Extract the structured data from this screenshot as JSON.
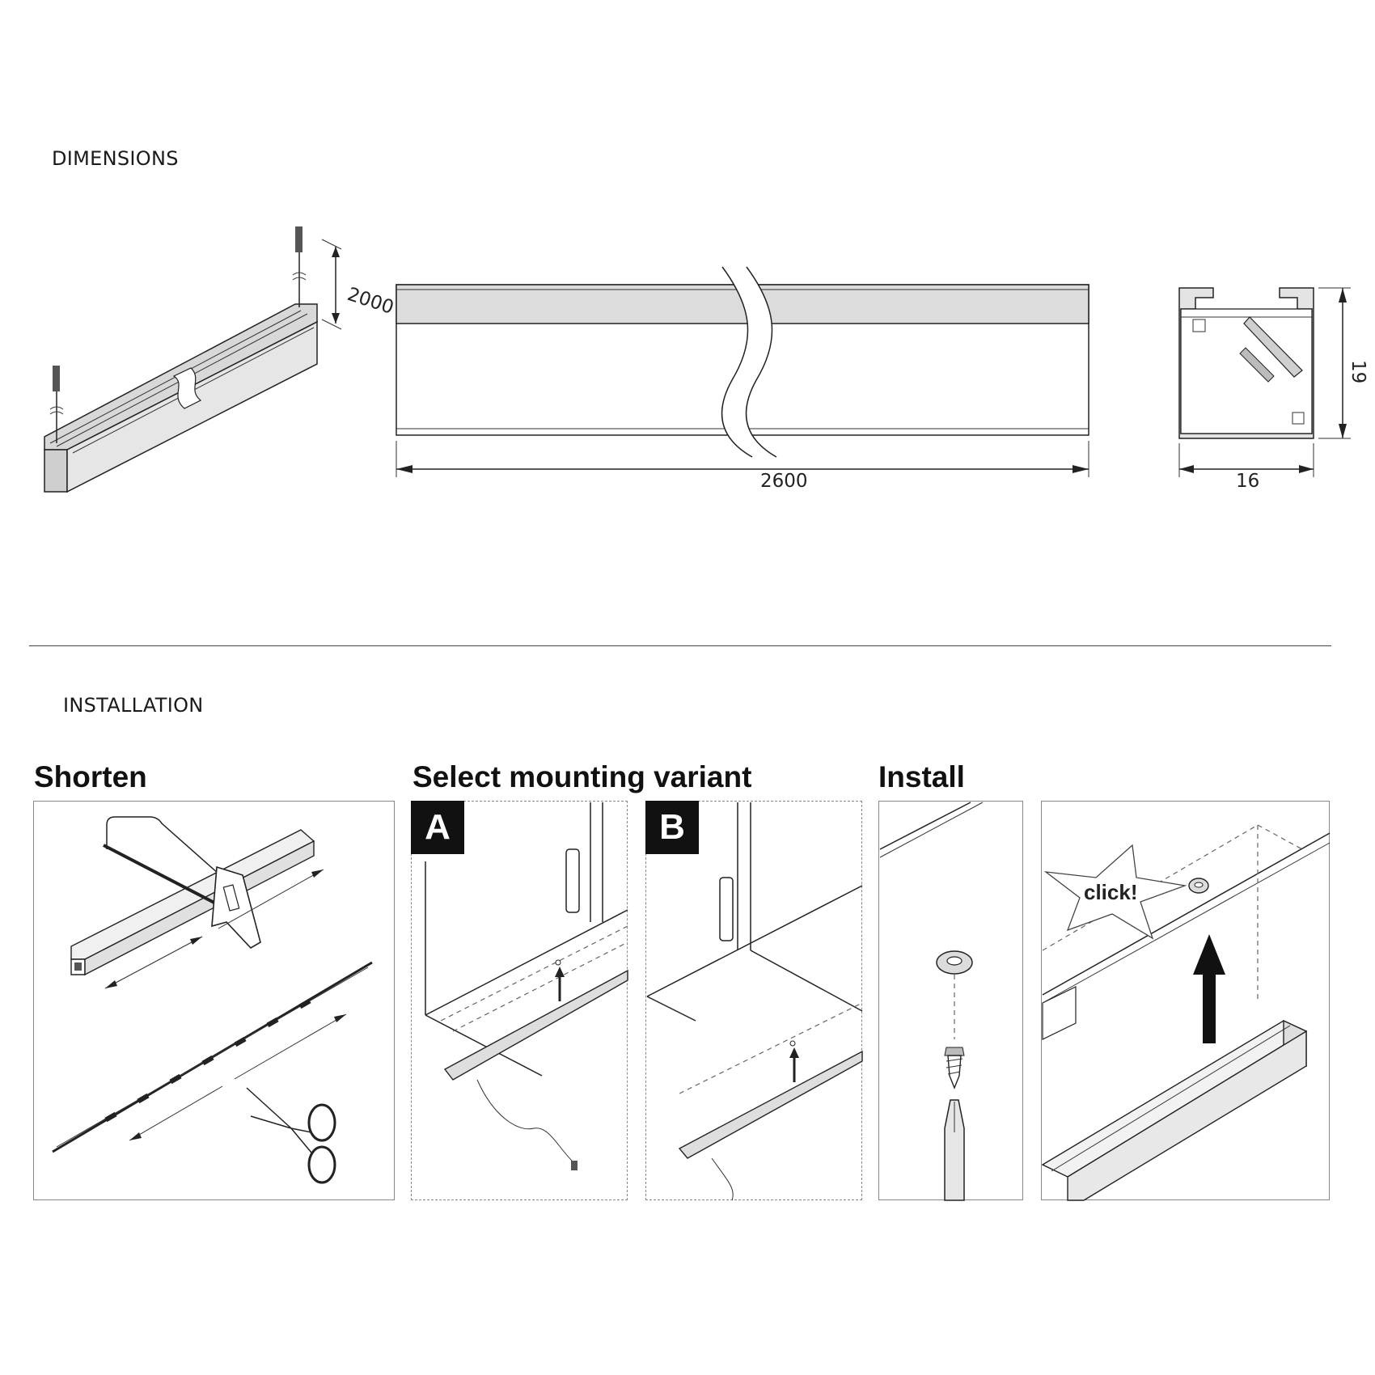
{
  "sections": {
    "dimensions_label": "DIMENSIONS",
    "installation_label": "INSTALLATION"
  },
  "dimensions": {
    "cable_length": "2000",
    "profile_length": "2600",
    "profile_width": "16",
    "profile_height": "19"
  },
  "steps": {
    "shorten": "Shorten",
    "select_variant": "Select mounting variant",
    "install": "Install"
  },
  "variants": {
    "a": "A",
    "b": "B"
  },
  "install_callout": "click!"
}
